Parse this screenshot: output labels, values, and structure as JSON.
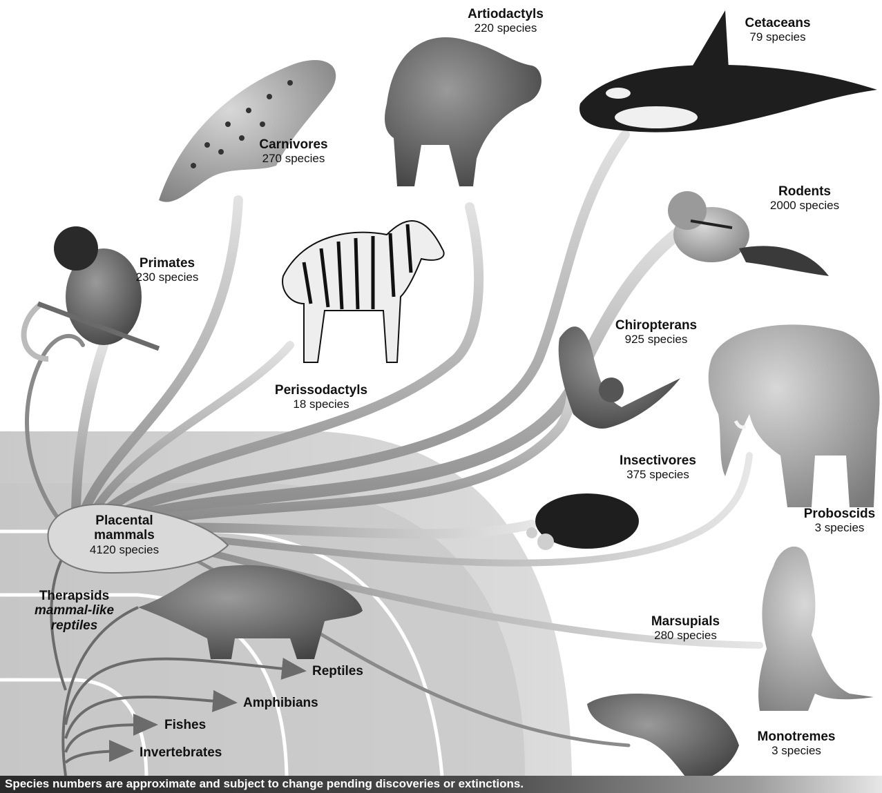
{
  "root": {
    "name_line1": "Placental",
    "name_line2": "mammals",
    "count": "4120 species"
  },
  "groups": {
    "primates": {
      "name": "Primates",
      "count": "230 species"
    },
    "carnivores": {
      "name": "Carnivores",
      "count": "270 species"
    },
    "artiodactyls": {
      "name": "Artiodactyls",
      "count": "220 species"
    },
    "cetaceans": {
      "name": "Cetaceans",
      "count": "79 species"
    },
    "rodents": {
      "name": "Rodents",
      "count": "2000 species"
    },
    "perissodactyls": {
      "name": "Perissodactyls",
      "count": "18 species"
    },
    "chiropterans": {
      "name": "Chiropterans",
      "count": "925 species"
    },
    "insectivores": {
      "name": "Insectivores",
      "count": "375 species"
    },
    "proboscids": {
      "name": "Proboscids",
      "count": "3 species"
    },
    "marsupials": {
      "name": "Marsupials",
      "count": "280 species"
    },
    "monotremes": {
      "name": "Monotremes",
      "count": "3 species"
    }
  },
  "therapsids": {
    "name": "Therapsids",
    "desc_line1": "mammal-like",
    "desc_line2": "reptiles"
  },
  "lineages": {
    "reptiles": "Reptiles",
    "amphibians": "Amphibians",
    "fishes": "Fishes",
    "invertebrates": "Invertebrates"
  },
  "footer_note": "Species numbers are approximate and subject to change pending discoveries or extinctions.",
  "colors": {
    "branch_light": "#d4d4d4",
    "branch_dark": "#8a8a8a",
    "background_band": "#cfcfcf",
    "arrow": "#6b6b6b"
  }
}
